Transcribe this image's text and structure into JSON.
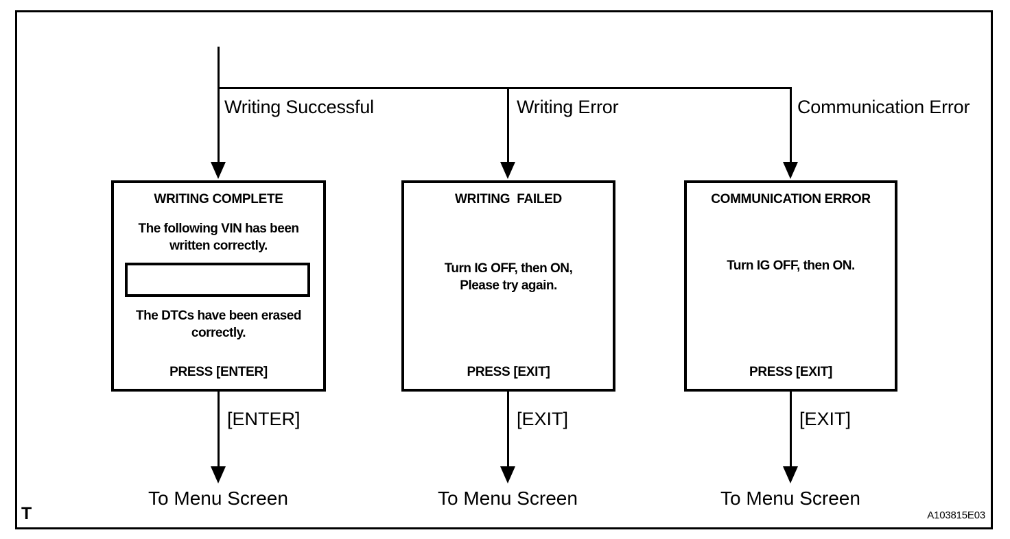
{
  "page": {
    "background": "#ffffff",
    "ink": "#000000",
    "corner_mark": "T",
    "figure_id": "A103815E03"
  },
  "branches": [
    {
      "label": "Writing Successful",
      "box": {
        "title": "WRITING COMPLETE",
        "body_top": "The following VIN has been\nwritten correctly.",
        "vin_field_value": "",
        "body_bottom": "The DTCs have been erased\ncorrectly.",
        "press": "PRESS [ENTER]"
      },
      "key_label": "[ENTER]",
      "target": "To Menu Screen"
    },
    {
      "label": "Writing Error",
      "box": {
        "title": "WRITING  FAILED",
        "body": "Turn IG OFF, then ON,\nPlease try again.",
        "press": "PRESS [EXIT]"
      },
      "key_label": "[EXIT]",
      "target": "To Menu Screen"
    },
    {
      "label": "Communication Error",
      "box": {
        "title": "COMMUNICATION ERROR",
        "body": "Turn IG OFF, then ON.",
        "press": "PRESS [EXIT]"
      },
      "key_label": "[EXIT]",
      "target": "To Menu Screen"
    }
  ]
}
